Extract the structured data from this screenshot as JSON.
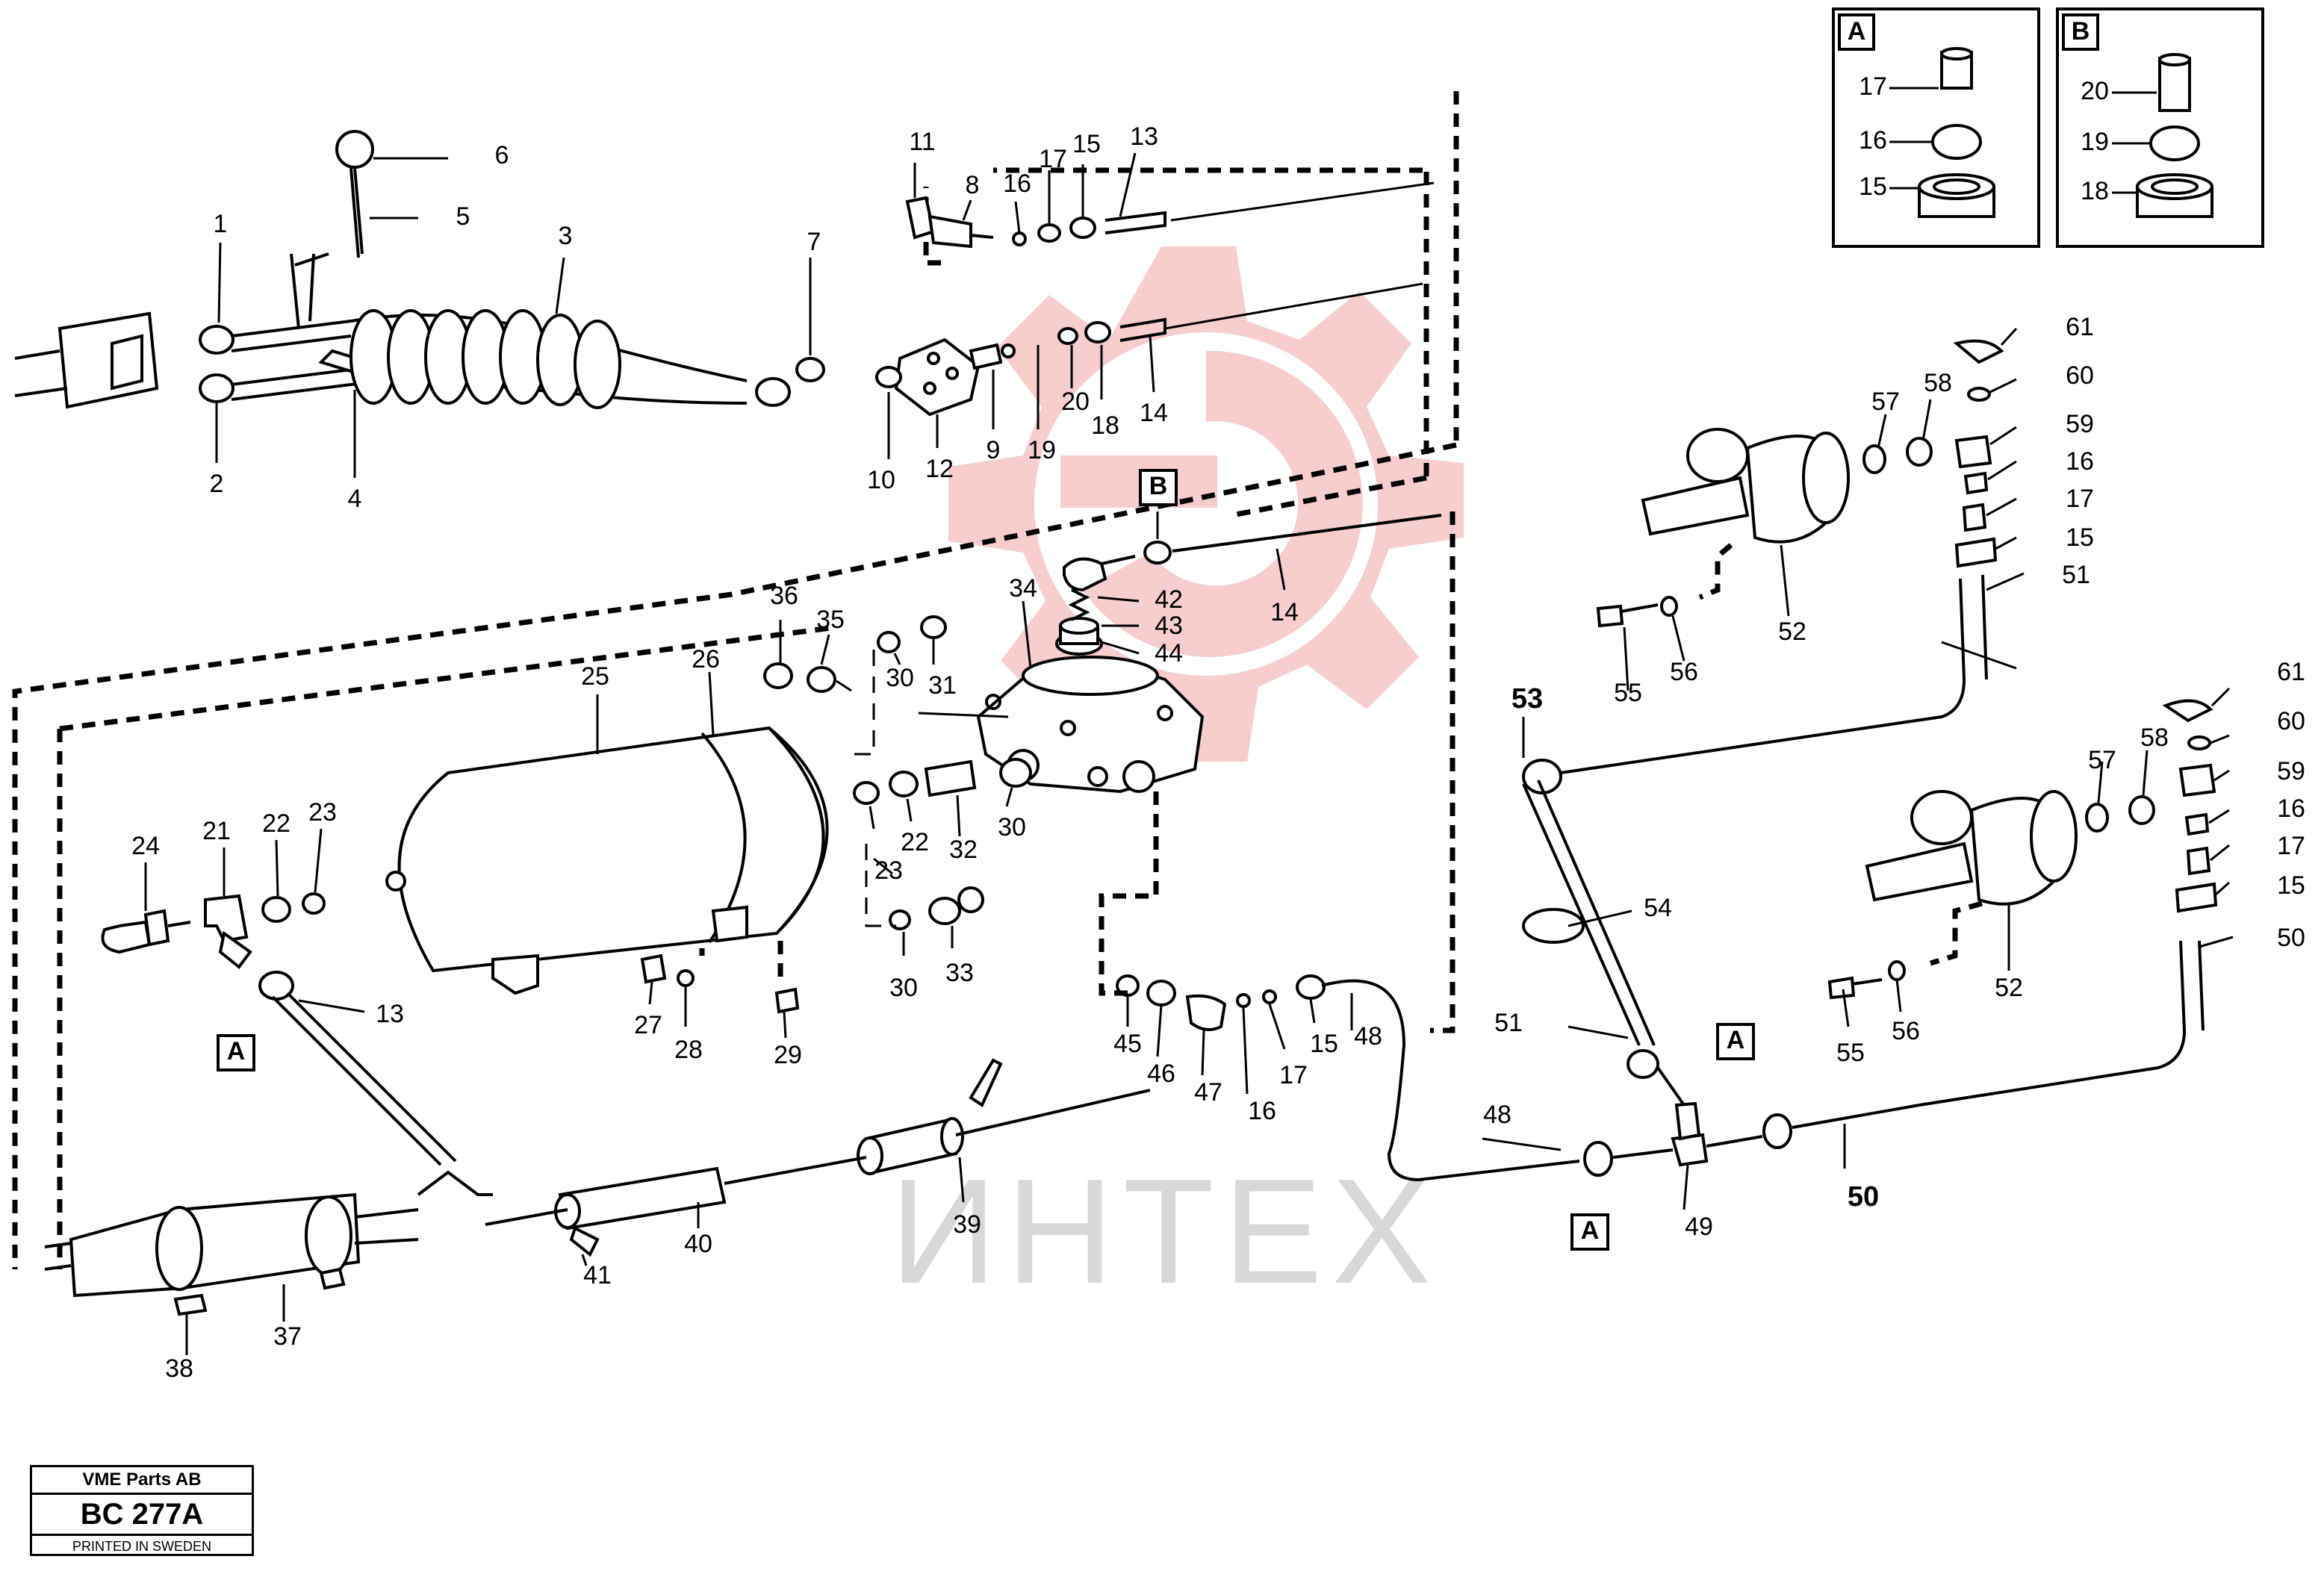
{
  "watermark": {
    "brand_text": "ИНТЕХ",
    "gear_color": "#f4a5a5",
    "text_color": "#d8d8d8"
  },
  "title_block": {
    "company": "VME Parts AB",
    "code": "BC 277A",
    "printed": "PRINTED IN SWEDEN"
  },
  "detail_a": {
    "label": "A",
    "items": [
      "17",
      "16",
      "15"
    ]
  },
  "detail_b": {
    "label": "B",
    "items": [
      "20",
      "19",
      "18"
    ]
  },
  "ref_tag": {
    "a": "A",
    "b": "B"
  },
  "part_numbers": {
    "p1": "1",
    "p2": "2",
    "p3": "3",
    "p4": "4",
    "p5": "5",
    "p6": "6",
    "p7": "7",
    "p8": "8",
    "p9": "9",
    "p10": "10",
    "p11": "11",
    "p12": "12",
    "p13": "13",
    "p14": "14",
    "p15": "15",
    "p16": "16",
    "p17": "17",
    "p18": "18",
    "p19": "19",
    "p20": "20",
    "p21": "21",
    "p22": "22",
    "p23": "23",
    "p24": "24",
    "p25": "25",
    "p26": "26",
    "p27": "27",
    "p28": "28",
    "p29": "29",
    "p30": "30",
    "p31": "31",
    "p32": "32",
    "p33": "33",
    "p34": "34",
    "p35": "35",
    "p36": "36",
    "p37": "37",
    "p38": "38",
    "p39": "39",
    "p40": "40",
    "p41": "41",
    "p42": "42",
    "p43": "43",
    "p44": "44",
    "p45": "45",
    "p46": "46",
    "p47": "47",
    "p48": "48",
    "p49": "49",
    "p50": "50",
    "p51": "51",
    "p52": "52",
    "p53": "53",
    "p54": "54",
    "p55": "55",
    "p56": "56",
    "p57": "57",
    "p58": "58",
    "p59": "59",
    "p60": "60",
    "p61": "61"
  }
}
